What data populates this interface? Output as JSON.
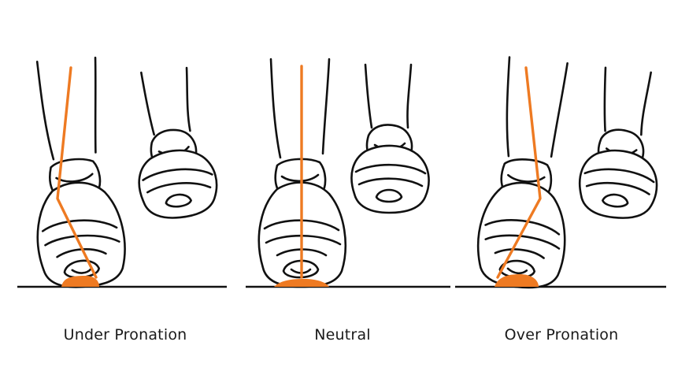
{
  "labels": {
    "under": "Under Pronation",
    "neutral": "Neutral",
    "over": "Over Pronation"
  },
  "colors": {
    "ink": "#111111",
    "accent": "#ee7a22",
    "background": "#ffffff"
  }
}
